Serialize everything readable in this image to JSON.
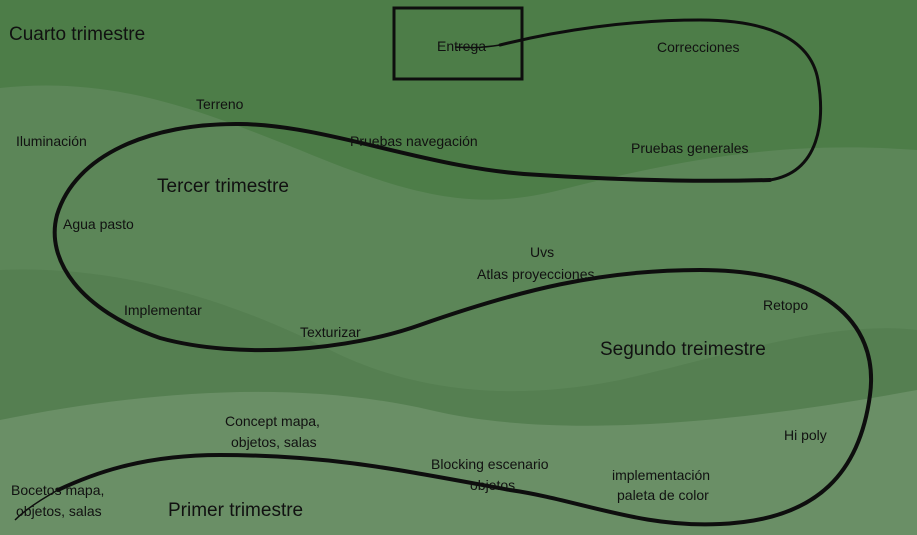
{
  "colors": {
    "band_top": "#4d7d48",
    "band_middle": "#5c8658",
    "band_bottom": "#6a8f66",
    "path": "#0e0e0e",
    "text": "#111111"
  },
  "quarters": {
    "q4": "Cuarto trimestre",
    "q3": "Tercer trimestre",
    "q2": "Segundo treimestre",
    "q1": "Primer trimestre"
  },
  "milestones": {
    "entrega": "Entrega",
    "correcciones": "Correcciones",
    "pruebas_generales": "Pruebas generales",
    "pruebas_navegacion": "Pruebas navegación",
    "terreno": "Terreno",
    "iluminacion": "Iluminación",
    "agua_pasto": "Agua pasto",
    "implementar": "Implementar",
    "texturizar": "Texturizar",
    "uvs": "Uvs",
    "atlas": "Atlas proyecciones",
    "retopo": "Retopo",
    "hi_poly": "Hi poly",
    "impl_paleta_1": "implementación",
    "impl_paleta_2": "paleta de color",
    "blocking_1": "Blocking escenario",
    "blocking_2": "objetos",
    "concept_1": "Concept mapa,",
    "concept_2": "objetos, salas",
    "bocetos_1": "Bocetos mapa,",
    "bocetos_2": "objetos, salas"
  }
}
